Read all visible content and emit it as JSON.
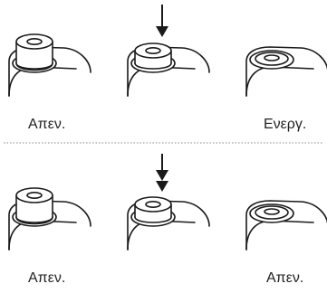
{
  "row1": {
    "left_label": "Απεν.",
    "right_label": "Ενεργ.",
    "press": "single"
  },
  "row2": {
    "left_label": "Απεν.",
    "right_label": "Απεν.",
    "press": "double"
  },
  "colors": {
    "line": "#1a1a1a",
    "separator": "#888888",
    "fill": "#ffffff"
  },
  "icons": {
    "press_single": "down-arrow-icon",
    "press_double": "double-down-arrow-icon"
  }
}
